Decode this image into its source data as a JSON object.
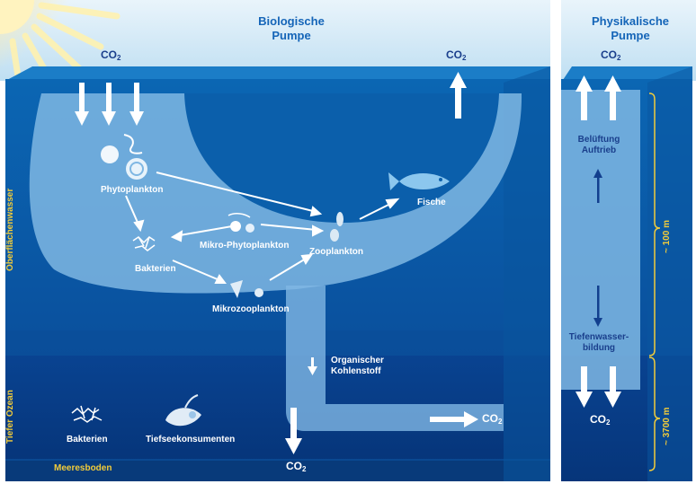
{
  "titles": {
    "bio_line1": "Biologische",
    "bio_line2": "Pumpe",
    "phys_line1": "Physikalische",
    "phys_line2": "Pumpe"
  },
  "co2": {
    "base": "CO",
    "sub": "2"
  },
  "organisms": {
    "phytoplankton": "Phytoplankton",
    "mikro_phytoplankton": "Mikro-Phytoplankton",
    "bakterien_surface": "Bakterien",
    "zooplankton": "Zooplankton",
    "mikrozooplankton": "Mikrozooplankton",
    "fische": "Fische",
    "bakterien_deep": "Bakterien",
    "tiefseekonsumenten": "Tiefseekonsumenten"
  },
  "carbon": {
    "line1": "Organischer",
    "line2": "Kohlenstoff"
  },
  "physical": {
    "belueftung": "Belüftung",
    "auftrieb": "Auftrieb",
    "tiefenwasser": "Tiefenwasser-",
    "bildung": "bildung"
  },
  "zones": {
    "oberflaechenwasser": "Oberflächenwasser",
    "tiefer_ozean": "Tiefer Ozean",
    "meeresboden": "Meeresboden"
  },
  "depths": {
    "d100": "~ 100 m",
    "d3700": "~ 3700 m"
  }
}
